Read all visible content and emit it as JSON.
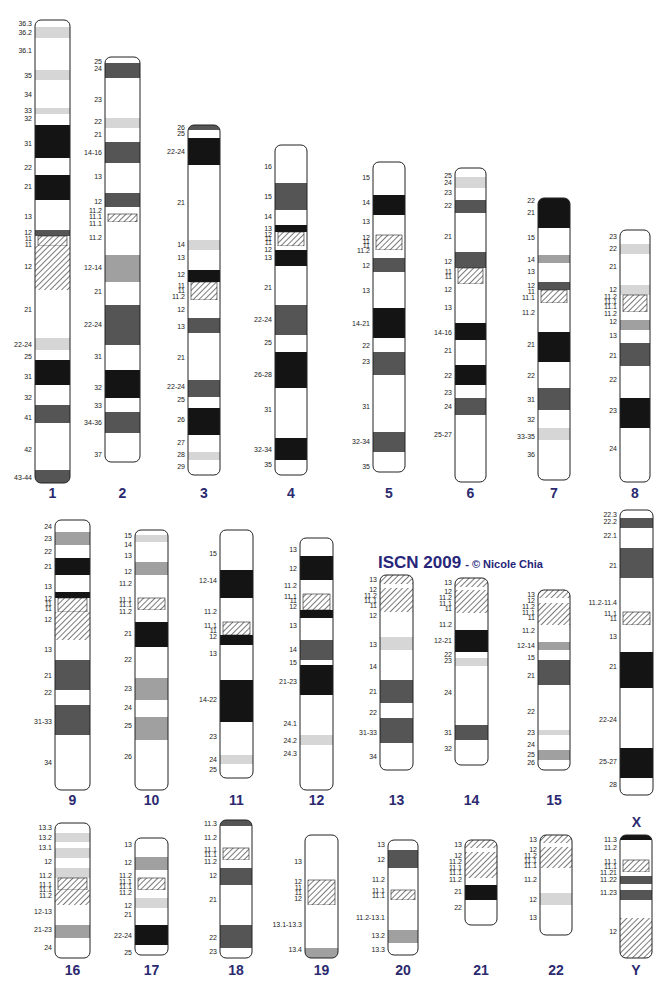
{
  "diagram": {
    "title": "ISCN 2009",
    "labels": [
      "36.3",
      "36.2",
      "36.1",
      "35",
      "34",
      "33",
      "32",
      "31",
      "22",
      "21",
      "13",
      "12",
      "11",
      "11",
      "12",
      "21",
      "22-24",
      "25",
      "31",
      "32",
      "41",
      "42",
      "43-44",
      "1",
      "25",
      "24",
      "23",
      "22",
      "21",
      "14-16",
      "13",
      "12",
      "11.2",
      "11.1",
      "11.1",
      "11.2",
      "12-14",
      "21",
      "22-24",
      "31",
      "32",
      "33",
      "34-36",
      "37",
      "2",
      "26",
      "25",
      "22-24",
      "21",
      "14",
      "13",
      "12",
      "11",
      "11",
      "11.2",
      "12",
      "13",
      "21",
      "22-24",
      "25",
      "26",
      "27",
      "28",
      "29",
      "3",
      "16",
      "15",
      "14",
      "13",
      "12",
      "11",
      "11",
      "12",
      "13",
      "21",
      "22-24",
      "25",
      "26-28",
      "31",
      "32-34",
      "35",
      "4",
      "15",
      "14",
      "13",
      "12",
      "11",
      "11",
      "11.2",
      "12",
      "13",
      "14-21",
      "22",
      "23",
      "31",
      "32-34",
      "35",
      "5",
      "25",
      "24",
      "23",
      "22",
      "21",
      "12",
      "11",
      "11",
      "12",
      "13",
      "14-16",
      "21",
      "22",
      "23",
      "24",
      "25-27",
      "6",
      "22",
      "21",
      "15",
      "14",
      "13",
      "12",
      "11",
      "11.1",
      "11.2",
      "21",
      "22",
      "31",
      "32",
      "33-35",
      "36",
      "7",
      "23",
      "22",
      "21",
      "12",
      "11.2",
      "11.1",
      "11.1",
      "11.2",
      "12",
      "13",
      "21",
      "22",
      "23",
      "24",
      "8",
      "24",
      "23",
      "22",
      "21",
      "13",
      "12",
      "11",
      "11",
      "12",
      "13",
      "21",
      "22",
      "31-33",
      "34",
      "9",
      "15",
      "14",
      "13",
      "12",
      "11.2",
      "11.1",
      "11.1",
      "11.2",
      "21",
      "22",
      "23",
      "24",
      "25",
      "26",
      "10",
      "15",
      "12-14",
      "11.2",
      "11.1",
      "11",
      "12",
      "13",
      "14-22",
      "23",
      "24",
      "25",
      "11",
      "13",
      "12",
      "11.2",
      "11.1",
      "11",
      "12",
      "13",
      "14",
      "15",
      "21-23",
      "24.1",
      "24.2",
      "24.3",
      "12",
      "13",
      "12",
      "11.2",
      "11.1",
      "11",
      "12",
      "13",
      "14",
      "21",
      "22",
      "31-33",
      "34",
      "13",
      "13",
      "12",
      "11.2",
      "11.1",
      "11",
      "11.2",
      "12-21",
      "22",
      "23",
      "24",
      "31",
      "32",
      "14",
      "13",
      "12",
      "11.2",
      "11.1",
      "11",
      "11.2",
      "12-14",
      "15",
      "21",
      "22",
      "23",
      "24",
      "25",
      "26",
      "15",
      "22.3",
      "22.2",
      "22.1",
      "21",
      "11.2-11.4",
      "11.1",
      "11",
      "13",
      "21",
      "22-24",
      "25-27",
      "28",
      "X",
      "13.3",
      "13.2",
      "13.1",
      "12",
      "11.2",
      "11.1",
      "11.1",
      "11.2",
      "12-13",
      "21-23",
      "24",
      "16",
      "13",
      "12",
      "11.2",
      "11.1",
      "11.1",
      "11.2",
      "12",
      "21",
      "22-24",
      "25",
      "17",
      "11.3",
      "11.2",
      "11.1",
      "11.1",
      "11.2",
      "12",
      "21",
      "22",
      "23",
      "18",
      "13",
      "12",
      "11",
      "11",
      "12",
      "13.1-13.3",
      "13.4",
      "19",
      "13",
      "12",
      "11.2",
      "11.1",
      "11.1",
      "11.2-13.1",
      "13.2",
      "13.3",
      "20",
      "13",
      "12",
      "11.2",
      "11.1",
      "11.1",
      "11.2",
      "21",
      "22",
      "21",
      "13",
      "12",
      "11.2",
      "11.1",
      "11.1",
      "11.2",
      "12",
      "13",
      "22",
      "11.3",
      "11.2",
      "11.1",
      "11.1",
      "11.21",
      "11.22",
      "11.23",
      "12",
      "Y",
      "- © Nicole Chia"
    ]
  }
}
